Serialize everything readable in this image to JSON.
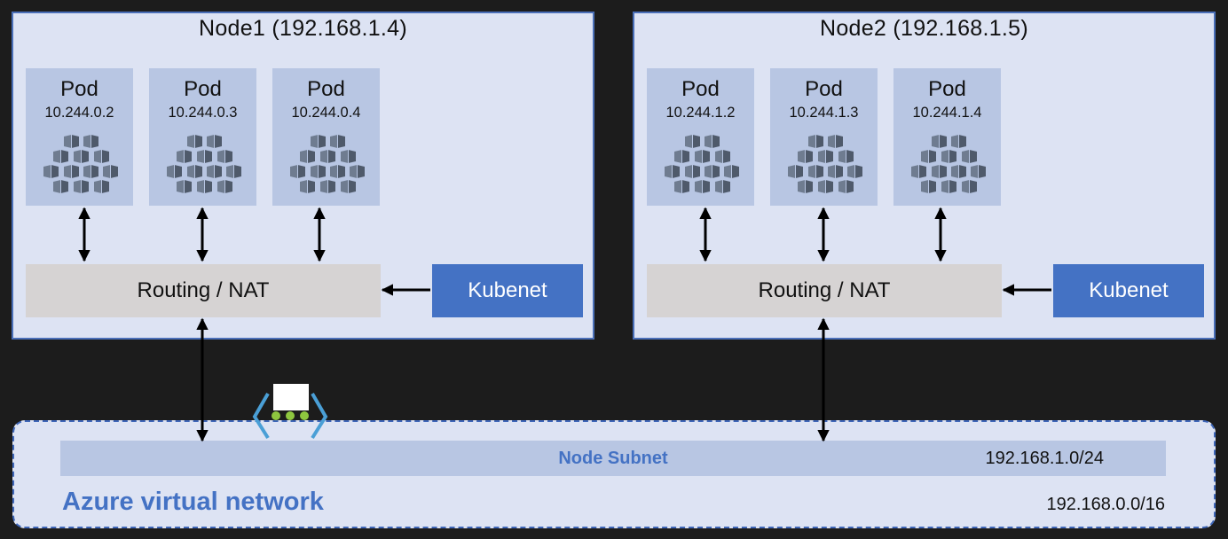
{
  "nodes": [
    {
      "title": "Node1 (192.168.1.4)",
      "routing_label": "Routing / NAT",
      "kubenet_label": "Kubenet",
      "pods": [
        {
          "label": "Pod",
          "ip": "10.244.0.2"
        },
        {
          "label": "Pod",
          "ip": "10.244.0.3"
        },
        {
          "label": "Pod",
          "ip": "10.244.0.4"
        }
      ]
    },
    {
      "title": "Node2 (192.168.1.5)",
      "routing_label": "Routing / NAT",
      "kubenet_label": "Kubenet",
      "pods": [
        {
          "label": "Pod",
          "ip": "10.244.1.2"
        },
        {
          "label": "Pod",
          "ip": "10.244.1.3"
        },
        {
          "label": "Pod",
          "ip": "10.244.1.4"
        }
      ]
    }
  ],
  "subnet": {
    "label": "Node Subnet",
    "cidr": "192.168.1.0/24"
  },
  "vnet": {
    "label": "Azure virtual network",
    "cidr": "192.168.0.0/16"
  },
  "icons": {
    "pod": "kubernetes-pod-cubes-icon",
    "subnet": "virtual-network-subnet-icon"
  },
  "colors": {
    "background": "#1c1c1c",
    "node_fill": "#dde3f3",
    "accent_blue": "#4472c4",
    "pod_fill": "#b8c6e3",
    "routing_fill": "#d6d3d3",
    "connector_green": "#8ec63f"
  }
}
